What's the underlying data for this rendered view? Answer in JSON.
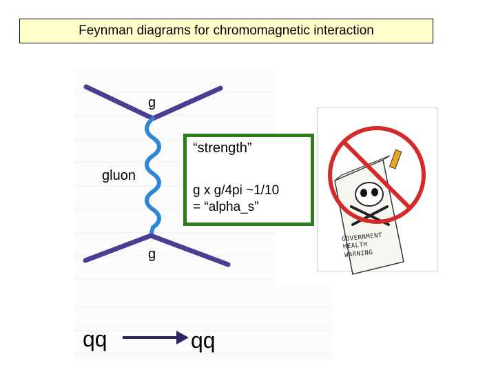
{
  "title": "Feynman diagrams for chromomagnetic interaction",
  "diagram": {
    "label_top": "g",
    "label_bottom": "g",
    "label_gluon": "gluon",
    "strength_label": "“strength”",
    "formula_line1": "g x g/4pi ~1/10",
    "formula_line2": "=  “alpha_s”",
    "qq_left": "qq",
    "qq_right": "qq"
  },
  "cartoon": {
    "warning_line1": "GOVERNMENT",
    "warning_line2": "HEALTH",
    "warning_line3": "WARNING"
  },
  "colors": {
    "quark_line": "#4b3d8f",
    "gluon_line": "#2e86d6",
    "green_box": "#2e7d1b",
    "title_bg": "#ffffcc",
    "prohibit_red": "#d42a2a"
  }
}
